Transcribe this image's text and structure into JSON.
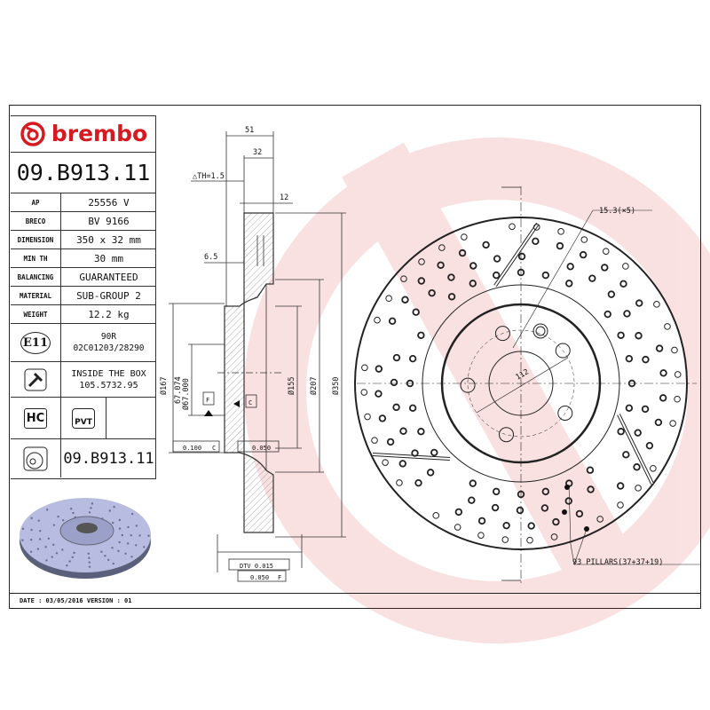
{
  "brand": {
    "name": "brembo",
    "color": "#d71920"
  },
  "part_number": "09.B913.11",
  "specs": [
    {
      "label": "AP",
      "value": "25556 V"
    },
    {
      "label": "BRECO",
      "value": "BV 9166"
    },
    {
      "label": "DIMENSION",
      "value": "350 x 32 mm"
    },
    {
      "label": "MIN TH",
      "value": "30 mm"
    },
    {
      "label": "BALANCING",
      "value": "GUARANTEED"
    },
    {
      "label": "MATERIAL",
      "value": "SUB-GROUP 2"
    },
    {
      "label": "WEIGHT",
      "value": "12.2 kg"
    }
  ],
  "approval": {
    "badge": "E11",
    "line1": "90R",
    "line2": "02C01203/28290"
  },
  "inside_box": {
    "icon": "screw-icon",
    "line1": "INSIDE THE BOX",
    "line2": "105.5732.95"
  },
  "badges": {
    "hc": "HC",
    "pvt": "PVT"
  },
  "footer_part_number": "09.B913.11",
  "footer": "DATE : 03/05/2016 VERSION : 01",
  "section_dims": {
    "d51": "51",
    "d32": "32",
    "th": "△TH=1.5",
    "d12": "12",
    "d6_5": "6.5",
    "d167": "Ø167",
    "d67a": "67.074",
    "d67b": "Ø67.000",
    "d155": "Ø155",
    "d207": "Ø207",
    "d350": "Ø350",
    "datum_f": "F",
    "datum_c": "C",
    "tol_parallel": "0.100",
    "tol_parallel_ref": "C",
    "tol_flat": "0.050",
    "dtv": "DTV 0.015",
    "runout": "0.050",
    "runout_ref": "F"
  },
  "front_view": {
    "bolt_hole": "15.3(×5)",
    "pcd": "112",
    "pillars": "93 PILLARS(37+37+19)"
  }
}
